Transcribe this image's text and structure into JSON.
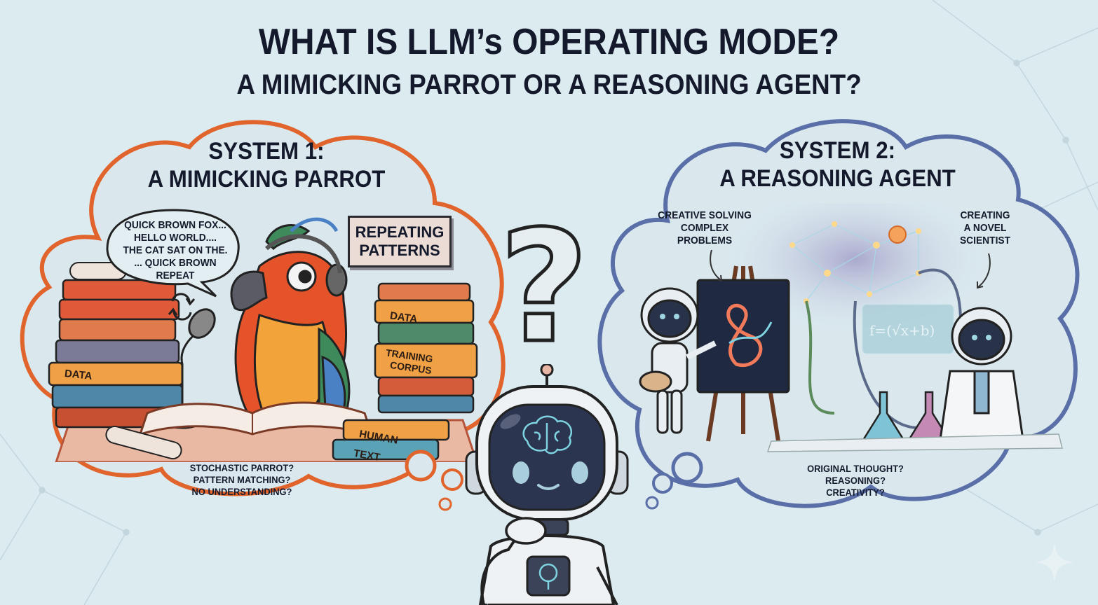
{
  "header": {
    "title": "WHAT IS LLM’s OPERATING MODE?",
    "subtitle": "A MIMICKING PARROT OR A REASONING AGENT?"
  },
  "left_panel": {
    "title_line1": "SYSTEM 1:",
    "title_line2": "A MIMICKING PARROT",
    "speech_bubble": [
      "QUICK BROWN FOX...",
      "HELLO WORLD....",
      "THE CAT SAT ON THE.",
      "... QUICK BROWN",
      "REPEAT"
    ],
    "sign": [
      "REPEATING",
      "PATTERNS"
    ],
    "book_labels": {
      "left_stack": "DATA",
      "right_top": "DATA",
      "right_middle_1": "TRAINING",
      "right_middle_2": "CORPUS",
      "right_bottom_1": "HUMAN",
      "right_bottom_2": "TEXT"
    },
    "caption": [
      "STOCHASTIC PARROT?",
      "PATTERN MATCHING?",
      "NO UNDERSTANDING?"
    ],
    "accent_color": "#e0642c"
  },
  "right_panel": {
    "title_line1": "SYSTEM 2:",
    "title_line2": "A REASONING AGENT",
    "label_left": [
      "CREATIVE SOLVING",
      "COMPLEX",
      "PROBLEMS"
    ],
    "label_right": [
      "CREATING",
      "A NOVEL",
      "SCIENTIST"
    ],
    "formula": "f=(√x+b)",
    "caption": [
      "ORIGINAL THOUGHT?",
      "REASONING?",
      "CREATIVITY?"
    ],
    "accent_color": "#5a6fa8"
  },
  "center": {
    "question_mark": "?",
    "icons": [
      "robot-icon",
      "brain-icon",
      "question-mark-icon"
    ]
  },
  "colors": {
    "background": "#dcebf0",
    "text": "#141a2c",
    "parrot_red": "#e4532a",
    "parrot_yellow": "#f2a33a",
    "robot_screen": "#2c3550",
    "glow_cyan": "#7fd3e0"
  }
}
